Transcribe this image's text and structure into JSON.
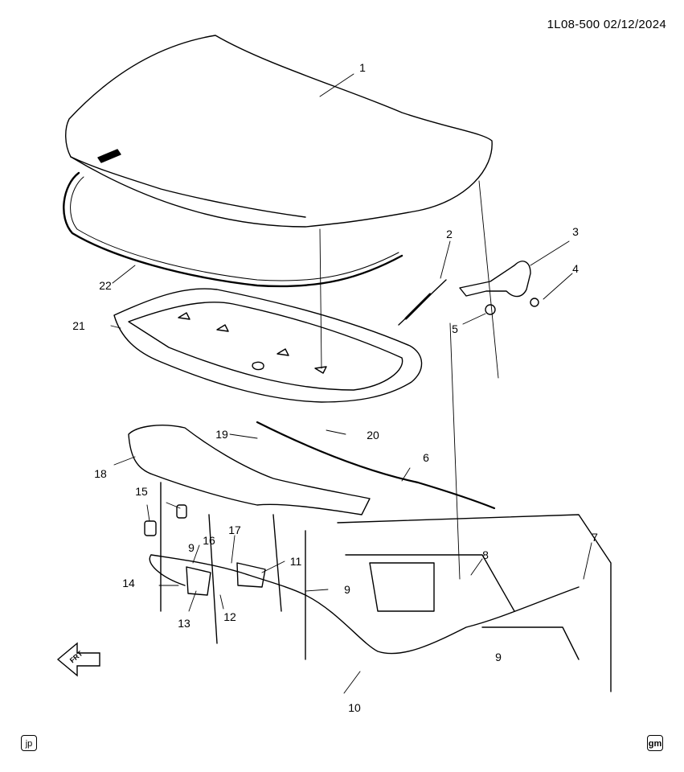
{
  "header": {
    "doc_code": "1L08-500 02/12/2024"
  },
  "badges": {
    "left": "jp",
    "right": "gm"
  },
  "direction": {
    "label": "FRT"
  },
  "callouts": [
    {
      "text": "1"
    },
    {
      "text": "2"
    },
    {
      "text": "3"
    },
    {
      "text": "4"
    },
    {
      "text": "5"
    },
    {
      "text": "6"
    },
    {
      "text": "7"
    },
    {
      "text": "8"
    },
    {
      "text": "9"
    },
    {
      "text": "9"
    },
    {
      "text": "9"
    },
    {
      "text": "10"
    },
    {
      "text": "11"
    },
    {
      "text": "12"
    },
    {
      "text": "13"
    },
    {
      "text": "14"
    },
    {
      "text": "15"
    },
    {
      "text": "16"
    },
    {
      "text": "17"
    },
    {
      "text": "18"
    },
    {
      "text": "19"
    },
    {
      "text": "20"
    },
    {
      "text": "21"
    },
    {
      "text": "22"
    }
  ]
}
